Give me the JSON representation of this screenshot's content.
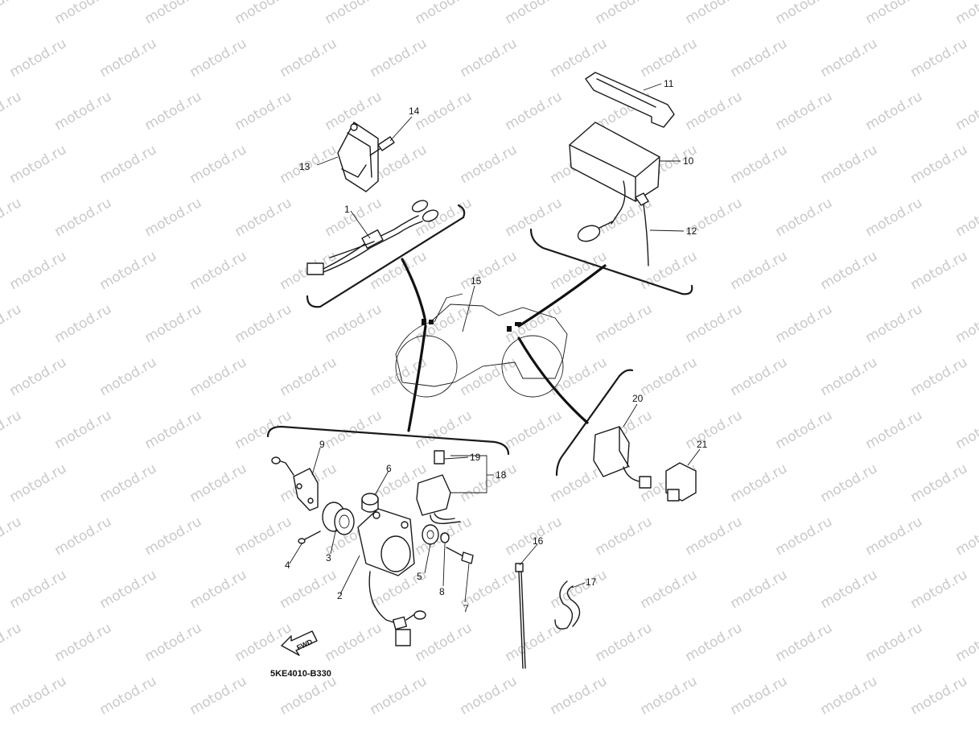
{
  "watermark": {
    "text": "motod.ru",
    "color": "#c9c9c9"
  },
  "diagram": {
    "code": "5KE4010-B330",
    "fwd_label": "FWD",
    "callouts": [
      "1",
      "2",
      "3",
      "4",
      "5",
      "6",
      "7",
      "8",
      "9",
      "10",
      "11",
      "12",
      "13",
      "14",
      "15",
      "16",
      "17",
      "18",
      "19",
      "20",
      "21"
    ]
  }
}
